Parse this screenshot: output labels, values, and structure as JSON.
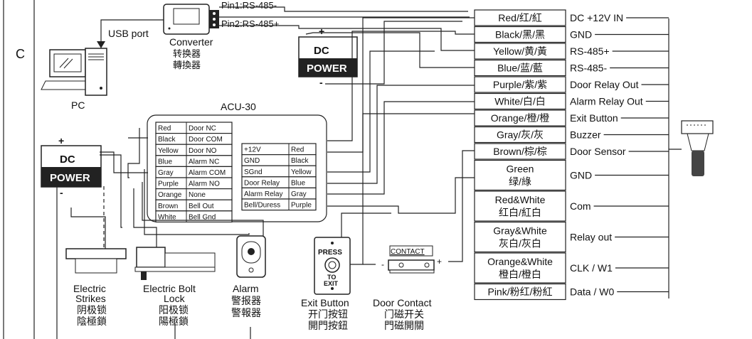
{
  "section_letter": "C",
  "pc": {
    "label": "PC"
  },
  "usb": {
    "label": "USB port"
  },
  "converter": {
    "label_en": "Converter",
    "label_sc": "转换器",
    "label_tc": "轉換器",
    "pin1": "Pin1:RS-485-",
    "pin2": "Pin2:RS-485+"
  },
  "dc_power_top": {
    "dc": "DC",
    "power": "POWER",
    "plus": "+",
    "minus": "-"
  },
  "dc_power_left": {
    "dc": "DC",
    "power": "POWER",
    "plus": "+",
    "minus": "-"
  },
  "acu": {
    "title": "ACU-30",
    "left_table": [
      [
        "Red",
        "Door NC"
      ],
      [
        "Black",
        "Door COM"
      ],
      [
        "Yellow",
        "Door NO"
      ],
      [
        "Blue",
        "Alarm NC"
      ],
      [
        "Gray",
        "Alarm COM"
      ],
      [
        "Purple",
        "Alarm NO"
      ],
      [
        "Orange",
        "None"
      ],
      [
        "Brown",
        "Bell Out"
      ],
      [
        "White",
        "Bell Gnd"
      ]
    ],
    "right_table": [
      [
        "+12V",
        "Red"
      ],
      [
        "GND",
        "Black"
      ],
      [
        "SGnd",
        "Yellow"
      ],
      [
        "Door Relay",
        "Blue"
      ],
      [
        "Alarm Relay",
        "Gray"
      ],
      [
        "Bell/Duress",
        "Purple"
      ]
    ]
  },
  "wires": [
    {
      "color": "Red/红/紅",
      "func": "DC +12V IN"
    },
    {
      "color": "Black/黑/黑",
      "func": "GND"
    },
    {
      "color": "Yellow/黄/黃",
      "func": "RS-485+"
    },
    {
      "color": "Blue/蓝/藍",
      "func": "RS-485-"
    },
    {
      "color": "Purple/紫/紫",
      "func": "Door Relay Out"
    },
    {
      "color": "White/白/白",
      "func": "Alarm Relay Out"
    },
    {
      "color": "Orange/橙/橙",
      "func": "Exit Button"
    },
    {
      "color": "Gray/灰/灰",
      "func": "Buzzer"
    },
    {
      "color": "Brown/棕/棕",
      "func": "Door Sensor"
    },
    {
      "color_en": "Green",
      "color_cn": "绿/綠",
      "func": "GND"
    },
    {
      "color_en": "Red&White",
      "color_cn": "红白/紅白",
      "func": "Com"
    },
    {
      "color_en": "Gray&White",
      "color_cn": "灰白/灰白",
      "func": "Relay out"
    },
    {
      "color_en": "Orange&White",
      "color_cn": "橙白/橙白",
      "func": "CLK / W1"
    },
    {
      "color": "Pink/粉红/粉紅",
      "func": "Data / W0"
    }
  ],
  "devices": {
    "strike": {
      "l1": "Electric",
      "l2": "Strikes",
      "l3": "阴极锁",
      "l4": "陰極鎖"
    },
    "bolt": {
      "l1": "Electric Bolt",
      "l2": "Lock",
      "l3": "阳极锁",
      "l4": "陽極鎖"
    },
    "alarm": {
      "l1": "Alarm",
      "l2": "警报器",
      "l3": "警報器"
    },
    "exit": {
      "l1": "Exit Button",
      "l2": "开门按钮",
      "l3": "開門按鈕",
      "press": "PRESS",
      "to": "TO",
      "exitw": "EXIT"
    },
    "contact": {
      "l1": "Door Contact",
      "l2": "门磁开关",
      "l3": "門磁開關",
      "label": "CONTACT",
      "minus": "-",
      "plus": "+"
    }
  }
}
